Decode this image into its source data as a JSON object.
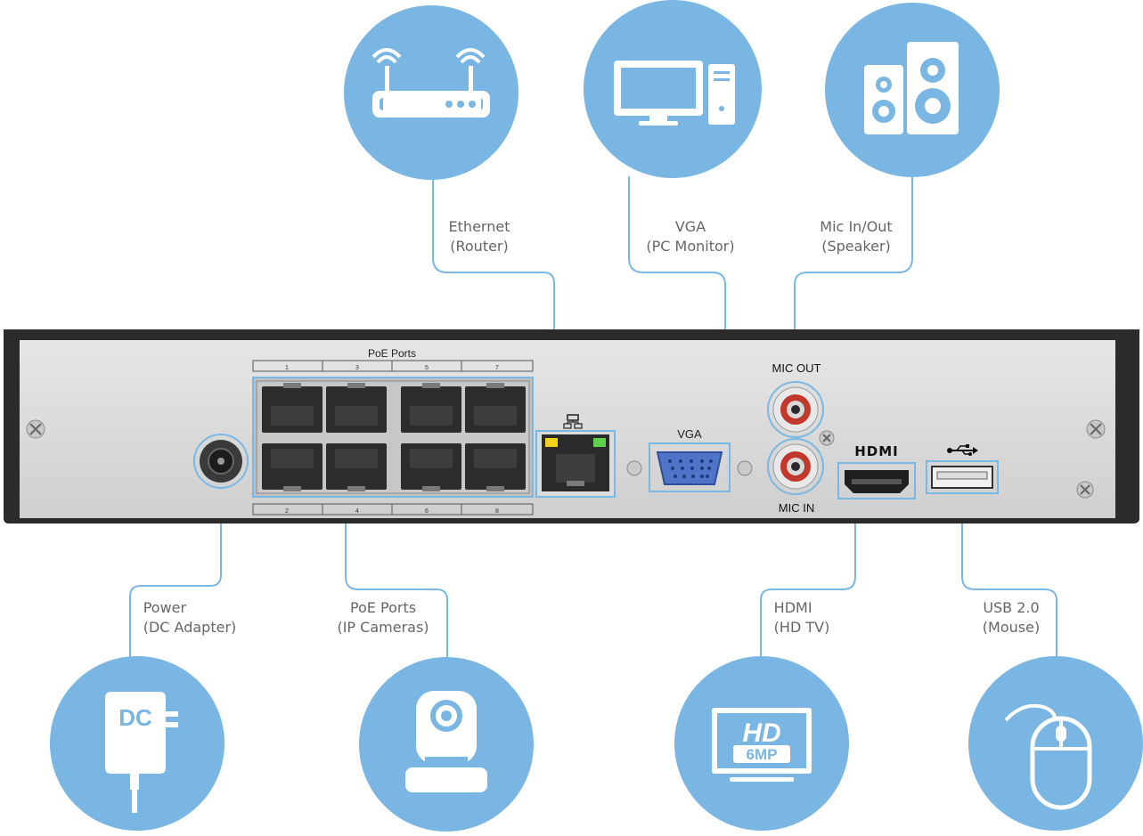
{
  "colors": {
    "bubble": "#79b6e3",
    "line": "#7ab8e4",
    "panel": "#dcdcdc",
    "chassis": "#2b2b2b",
    "caption_text": "#666666",
    "jack_red": "#c0392b",
    "vga_blue": "#4f74c8",
    "led_yellow": "#f2d21b",
    "led_green": "#5fd04a"
  },
  "connections": {
    "ethernet": {
      "line1": "Ethernet",
      "line2": "(Router)",
      "icon": "router-icon"
    },
    "vga": {
      "line1": "VGA",
      "line2": "(PC Monitor)",
      "icon": "pc-monitor-icon"
    },
    "mic": {
      "line1": "Mic In/Out",
      "line2": "(Speaker)",
      "icon": "speaker-icon"
    },
    "power": {
      "line1": "Power",
      "line2": "(DC Adapter)",
      "icon": "dc-adapter-icon",
      "badge": "DC"
    },
    "poe": {
      "line1": "PoE Ports",
      "line2": "(IP Cameras)",
      "icon": "ip-camera-icon"
    },
    "hdmi": {
      "line1": "HDMI",
      "line2": "(HD TV)",
      "icon": "hd-tv-icon",
      "badge_top": "HD",
      "badge_bottom": "6MP"
    },
    "usb": {
      "line1": "USB 2.0",
      "line2": "(Mouse)",
      "icon": "mouse-icon"
    }
  },
  "panel": {
    "poe_title": "PoE Ports",
    "top_port_numbers": [
      "1",
      "3",
      "5",
      "7"
    ],
    "bottom_port_numbers": [
      "2",
      "4",
      "6",
      "8"
    ],
    "vga_label": "VGA",
    "mic_out_label": "MIC OUT",
    "mic_in_label": "MIC IN",
    "hdmi_logo": "HDMI"
  }
}
